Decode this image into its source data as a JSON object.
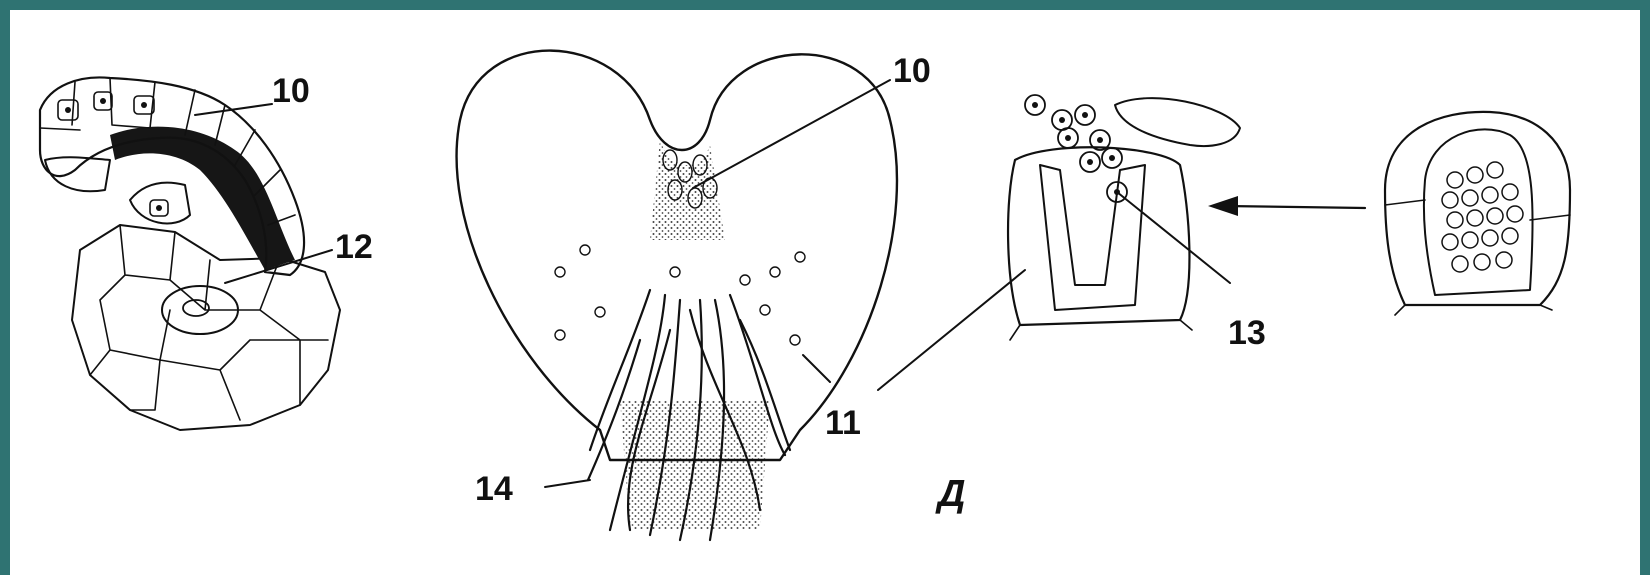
{
  "labels": {
    "l10a": "10",
    "l12": "12",
    "l10b": "10",
    "l13": "13",
    "l11": "11",
    "l14": "14",
    "letter": "Д"
  },
  "colors": {
    "frame": "#2f7372",
    "ink": "#111111",
    "paper": "#ffffff"
  }
}
